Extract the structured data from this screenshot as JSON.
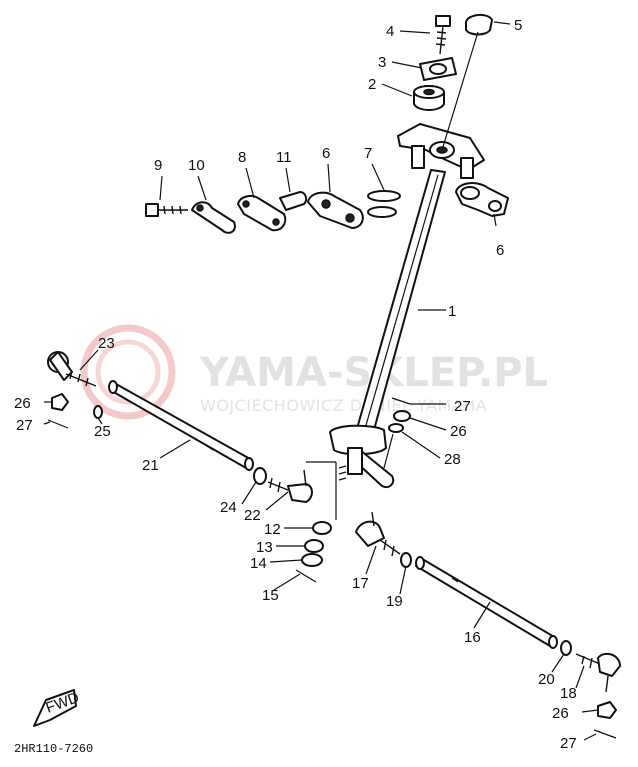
{
  "diagram_code": "2HR110-7260",
  "fwd_label": "FWD",
  "watermark": {
    "title": "YAMA-SKLEP.PL",
    "subtitle": "WOJCIECHOWICZ DANIEL YAMAHA"
  },
  "callouts": {
    "c1": "1",
    "c2": "2",
    "c3": "3",
    "c4": "4",
    "c5": "5",
    "c6a": "6",
    "c6b": "6",
    "c7": "7",
    "c8": "8",
    "c9": "9",
    "c10": "10",
    "c11": "11",
    "c12": "12",
    "c13": "13",
    "c14": "14",
    "c15": "15",
    "c16": "16",
    "c17": "17",
    "c18": "18",
    "c19": "19",
    "c20": "20",
    "c21": "21",
    "c22": "22",
    "c23": "23",
    "c24": "24",
    "c25": "25",
    "c26a": "26",
    "c26b": "26",
    "c26c": "26",
    "c27a": "27",
    "c27b": "27",
    "c27c": "27",
    "c28": "28"
  },
  "colors": {
    "ink": "#111111",
    "watermark": "#e2e2e2",
    "logo_ring": "#f3c9c9"
  }
}
